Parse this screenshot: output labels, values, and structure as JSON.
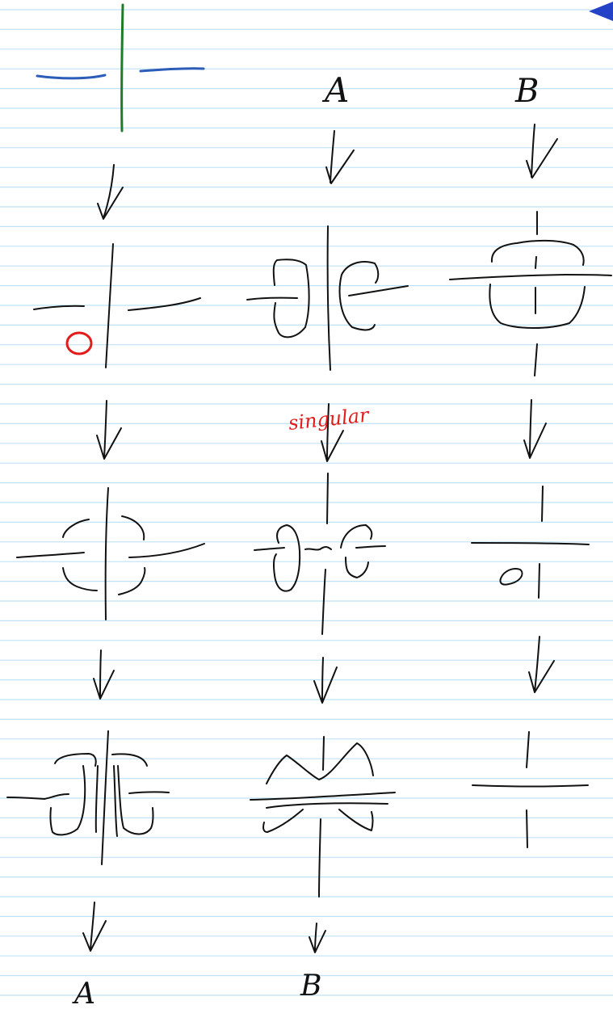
{
  "labels": {
    "col_a_heading": "A",
    "col_b_heading": "B",
    "annotation_singular": "singular",
    "result_a": "A",
    "result_b": "B"
  },
  "colors": {
    "paper": "#ffffff",
    "rule_line": "#bfe3f4",
    "ink_black": "#111111",
    "ink_blue": "#2b5cb8",
    "ink_green": "#1f7a2a",
    "ink_red": "#e21b1b",
    "marker": "#2442c8"
  },
  "icons": {
    "page_marker": "blue-triangle-marker"
  }
}
